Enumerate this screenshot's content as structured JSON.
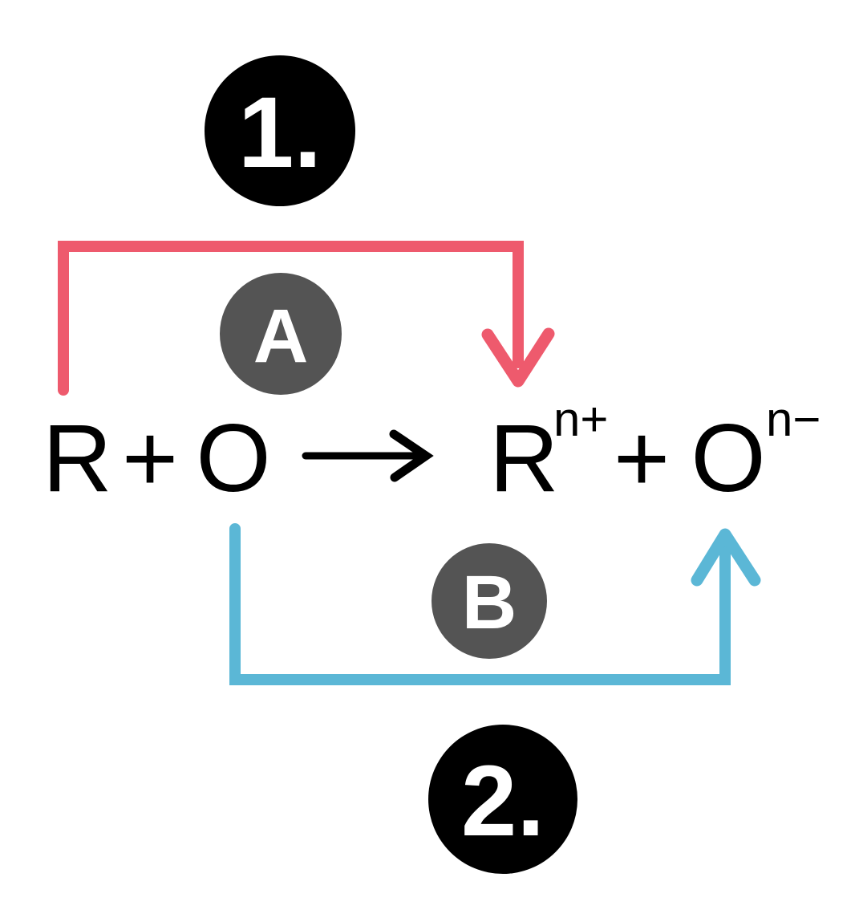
{
  "diagram": {
    "steps": {
      "one": "1.",
      "two": "2."
    },
    "paths": {
      "a": "A",
      "b": "B"
    },
    "equation": {
      "lhs_r": "R",
      "plus_1": "+",
      "lhs_o": "O",
      "rhs_r": "R",
      "rhs_r_sup": "n+",
      "plus_2": "+",
      "rhs_o": "O",
      "rhs_o_sup": "n−"
    },
    "colors": {
      "step_badge": "#000000",
      "badge_text": "#ffffff",
      "path_badge": "#545454",
      "arrow_red": "#ee5a6d",
      "arrow_blue": "#5bb7d6",
      "reaction_arrow": "#000000",
      "equation_text": "#000000"
    }
  }
}
